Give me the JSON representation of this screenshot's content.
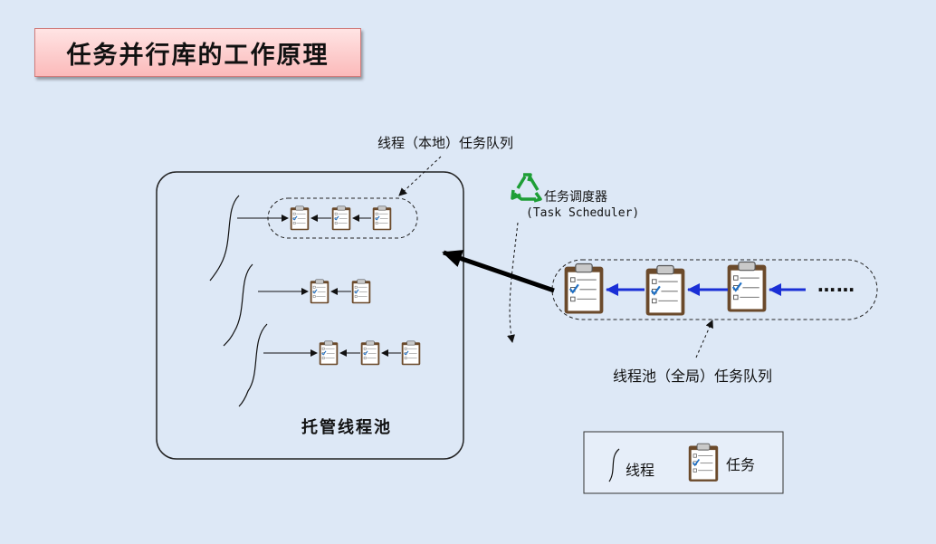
{
  "title": "任务并行库的工作原理",
  "local_queue_label": "线程（本地）任务队列",
  "scheduler": {
    "label": "任务调度器",
    "label_en": "(Task Scheduler)",
    "icon": "recycle-icon",
    "icon_color": "#1e9e36"
  },
  "global_queue_label": "线程池（全局）任务队列",
  "thread_pool_label": "托管线程池",
  "ellipsis": "……",
  "legend": {
    "thread_label": "线程",
    "task_label": "任务"
  },
  "colors": {
    "background": "#dde8f6",
    "title_fill": "#fbc6c6",
    "global_arrow": "#1a2fd6",
    "clipboard": "#6b4a2b"
  }
}
